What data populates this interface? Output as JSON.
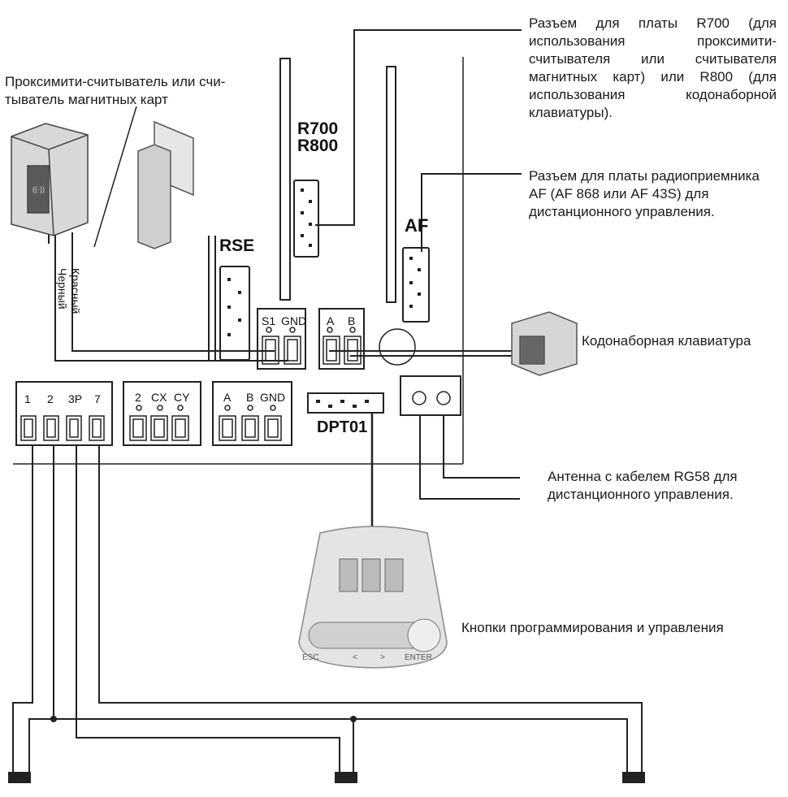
{
  "callouts": {
    "r700_lines": [
      "Разъем для платы R700 (для",
      "использования проксимити-",
      "считывателя или считывателя",
      "магнитных карт) или R800 (для",
      "использования кодонаборной",
      "клавиатуры)."
    ],
    "af_lines": [
      "Разъем для платы радиоприемника",
      "AF (AF 868 или AF 43S) для",
      "дистанционного управления."
    ],
    "reader_lines": [
      "Проксимити-считыватель или счи-",
      "тыватель магнитных карт"
    ],
    "keypad": "Кодонаборная клавиатура",
    "antenna_lines": [
      "Антенна с кабелем RG58 для",
      "дистанционного управления."
    ],
    "buttons": "Кнопки программирования и управления",
    "wire_red": "Красный",
    "wire_black": "Черный"
  },
  "connectors": {
    "r700": "R700",
    "r800": "R800",
    "af": "AF",
    "rse": "RSE",
    "dpt": "DPT01"
  },
  "terminals": {
    "main": [
      "1",
      "2",
      "3P",
      "7"
    ],
    "cx": [
      "2",
      "CX",
      "CY"
    ],
    "abgnd": [
      "A",
      "B",
      "GND"
    ],
    "s1gnd": [
      "S1",
      "GND"
    ],
    "ab": [
      "A",
      "B"
    ]
  },
  "display_buttons": [
    "ESC",
    "<",
    ">",
    "ENTER"
  ]
}
